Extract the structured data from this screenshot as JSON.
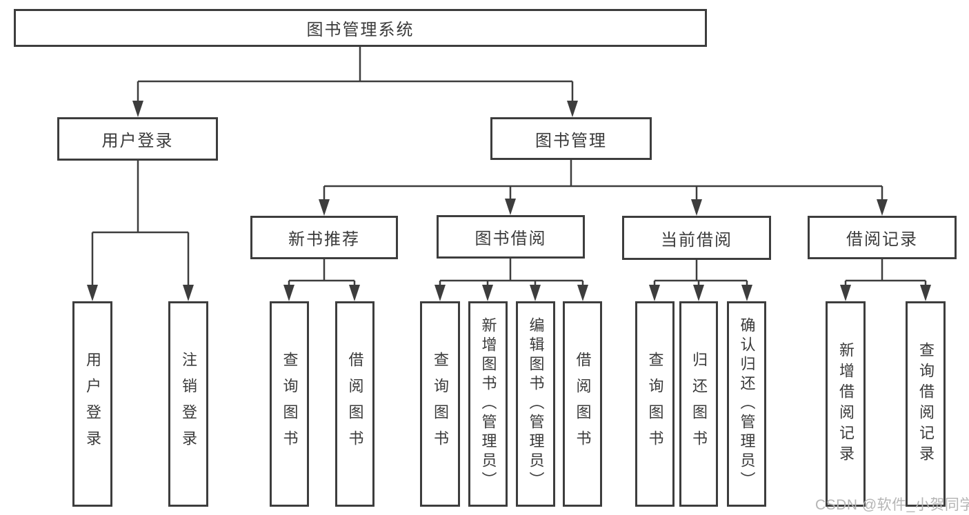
{
  "diagram": {
    "root": {
      "label": "图书管理系统"
    },
    "branches": [
      {
        "label": "用户登录",
        "children": [
          {
            "label": "用户登录"
          },
          {
            "label": "注销登录"
          }
        ]
      },
      {
        "label": "图书管理",
        "children": [
          {
            "label": "新书推荐",
            "children": [
              {
                "label": "查询图书"
              },
              {
                "label": "借阅图书"
              }
            ]
          },
          {
            "label": "图书借阅",
            "children": [
              {
                "label": "查询图书"
              },
              {
                "label": "新增图书（管理员）"
              },
              {
                "label": "编辑图书（管理员）"
              },
              {
                "label": "借阅图书"
              }
            ]
          },
          {
            "label": "当前借阅",
            "children": [
              {
                "label": "查询图书"
              },
              {
                "label": "归还图书"
              },
              {
                "label": "确认归还（管理员）"
              }
            ]
          },
          {
            "label": "借阅记录",
            "children": [
              {
                "label": "新增借阅记录"
              },
              {
                "label": "查询借阅记录"
              }
            ]
          }
        ]
      }
    ]
  },
  "watermark": {
    "text": "CSDN @软件_小贺同学"
  },
  "colors": {
    "line": "#3d3d3d",
    "box_border": "#3d3d3d",
    "text": "#3a3a3a",
    "background": "#ffffff",
    "watermark": "#b5b5b5"
  }
}
